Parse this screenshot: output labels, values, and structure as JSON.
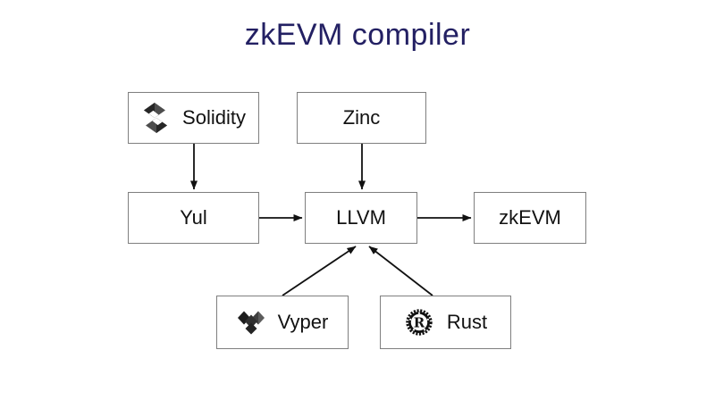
{
  "title": {
    "text": "zkEVM compiler",
    "color": "#232063"
  },
  "diagram": {
    "nodes": [
      {
        "id": "solidity",
        "label": "Solidity",
        "icon": "solidity-logo-icon"
      },
      {
        "id": "zinc",
        "label": "Zinc",
        "icon": null
      },
      {
        "id": "yul",
        "label": "Yul",
        "icon": null
      },
      {
        "id": "llvm",
        "label": "LLVM",
        "icon": null
      },
      {
        "id": "zkevm",
        "label": "zkEVM",
        "icon": null
      },
      {
        "id": "vyper",
        "label": "Vyper",
        "icon": "vyper-logo-icon"
      },
      {
        "id": "rust",
        "label": "Rust",
        "icon": "rust-logo-icon"
      }
    ],
    "edges": [
      {
        "from": "Solidity",
        "to": "Yul"
      },
      {
        "from": "Zinc",
        "to": "LLVM"
      },
      {
        "from": "Yul",
        "to": "LLVM"
      },
      {
        "from": "LLVM",
        "to": "zkEVM"
      },
      {
        "from": "Vyper",
        "to": "LLVM"
      },
      {
        "from": "Rust",
        "to": "LLVM"
      }
    ],
    "style": {
      "box_fill": "#ffffff",
      "box_border": "#7f7f7f",
      "label_color": "#111111",
      "arrow_color": "#111111"
    }
  }
}
